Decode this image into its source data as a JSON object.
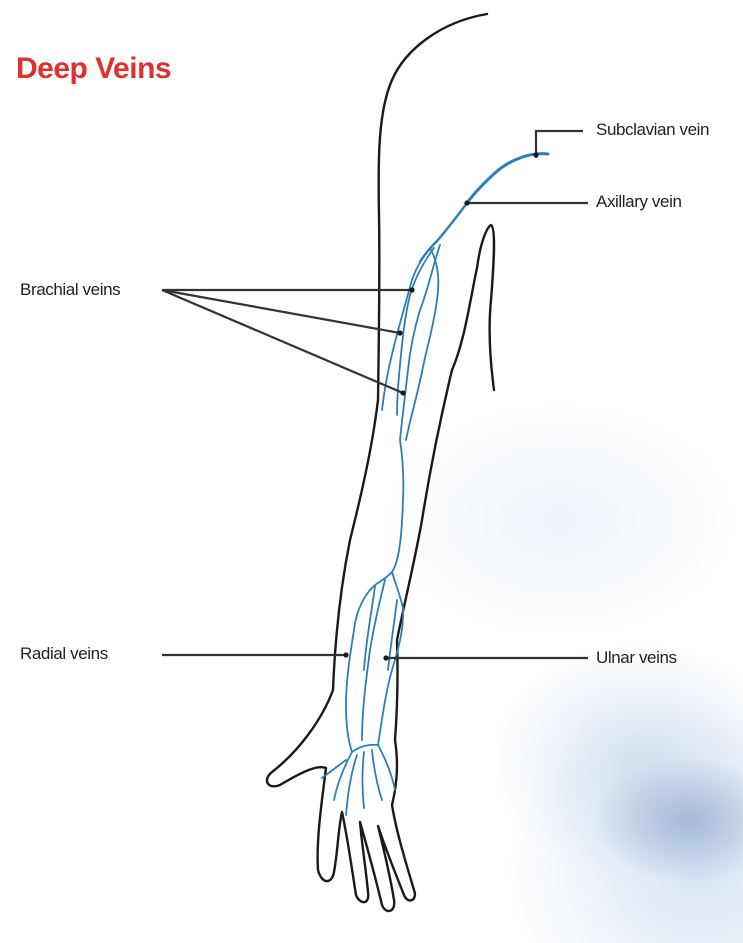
{
  "title": "Deep Veins",
  "labels": {
    "subclavian": "Subclavian vein",
    "axillary": "Axillary vein",
    "brachial": "Brachial veins",
    "radial": "Radial veins",
    "ulnar": "Ulnar veins"
  },
  "colors": {
    "title": "#e0302f",
    "vein": "#2a7fb8",
    "outline": "#1a1a1a",
    "leader": "#333333"
  }
}
